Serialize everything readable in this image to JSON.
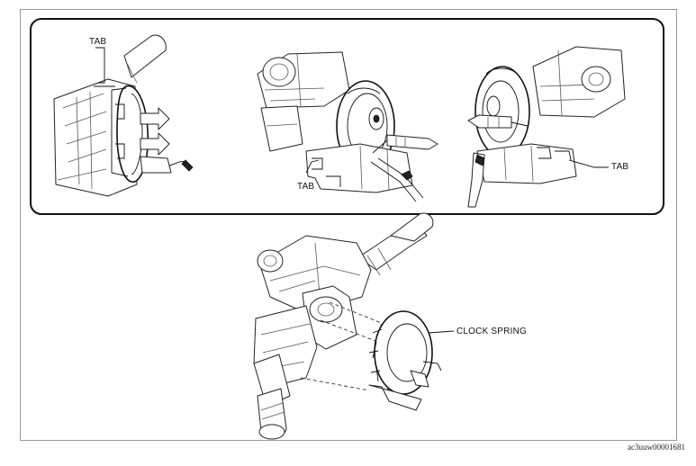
{
  "labels": {
    "tab_left": "TAB",
    "tab_middle": "TAB",
    "tab_right": "TAB",
    "clock_spring": "CLOCK SPRING"
  },
  "figure_code": "ac3uuw00001681"
}
